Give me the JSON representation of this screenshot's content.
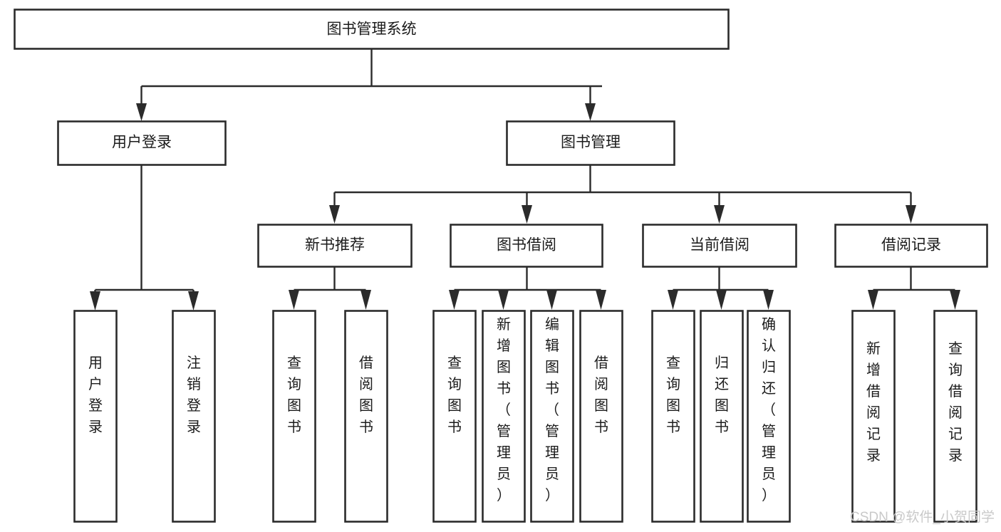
{
  "diagram": {
    "title": "图书管理系统",
    "type": "tree-hierarchy",
    "orientation": "top-down",
    "colors": {
      "box_stroke": "#2b2b2b",
      "box_fill": "#ffffff",
      "connector": "#2b2b2b",
      "text": "#1b1b1b",
      "watermark": "#c9c9c9",
      "background": "#ffffff"
    },
    "root": {
      "label": "图书管理系统"
    },
    "level2": [
      {
        "id": "user-login",
        "label": "用户登录"
      },
      {
        "id": "book-management",
        "label": "图书管理"
      }
    ],
    "level3": [
      {
        "id": "new-book-recommend",
        "label": "新书推荐",
        "parent": "book-management"
      },
      {
        "id": "book-borrow",
        "label": "图书借阅",
        "parent": "book-management"
      },
      {
        "id": "current-borrow",
        "label": "当前借阅",
        "parent": "book-management"
      },
      {
        "id": "borrow-record",
        "label": "借阅记录",
        "parent": "book-management"
      }
    ],
    "leaves": [
      {
        "id": "leaf-user-login",
        "label": "用户登录",
        "parent": "user-login"
      },
      {
        "id": "leaf-logout-login",
        "label": "注销登录",
        "parent": "user-login"
      },
      {
        "id": "leaf-query-book-1",
        "label": "查询图书",
        "parent": "new-book-recommend"
      },
      {
        "id": "leaf-borrow-book-1",
        "label": "借阅图书",
        "parent": "new-book-recommend"
      },
      {
        "id": "leaf-query-book-2",
        "label": "查询图书",
        "parent": "book-borrow"
      },
      {
        "id": "leaf-add-book",
        "label": "新增图书（管理员）",
        "parent": "book-borrow"
      },
      {
        "id": "leaf-edit-book",
        "label": "编辑图书（管理员）",
        "parent": "book-borrow"
      },
      {
        "id": "leaf-borrow-book-2",
        "label": "借阅图书",
        "parent": "book-borrow"
      },
      {
        "id": "leaf-query-book-3",
        "label": "查询图书",
        "parent": "current-borrow"
      },
      {
        "id": "leaf-return-book",
        "label": "归还图书",
        "parent": "current-borrow"
      },
      {
        "id": "leaf-confirm-return",
        "label": "确认归还（管理员）",
        "parent": "current-borrow"
      },
      {
        "id": "leaf-add-record",
        "label": "新增借阅记录",
        "parent": "borrow-record"
      },
      {
        "id": "leaf-query-record",
        "label": "查询借阅记录",
        "parent": "borrow-record"
      }
    ],
    "watermark": "CSDN @软件_小贺同学"
  }
}
